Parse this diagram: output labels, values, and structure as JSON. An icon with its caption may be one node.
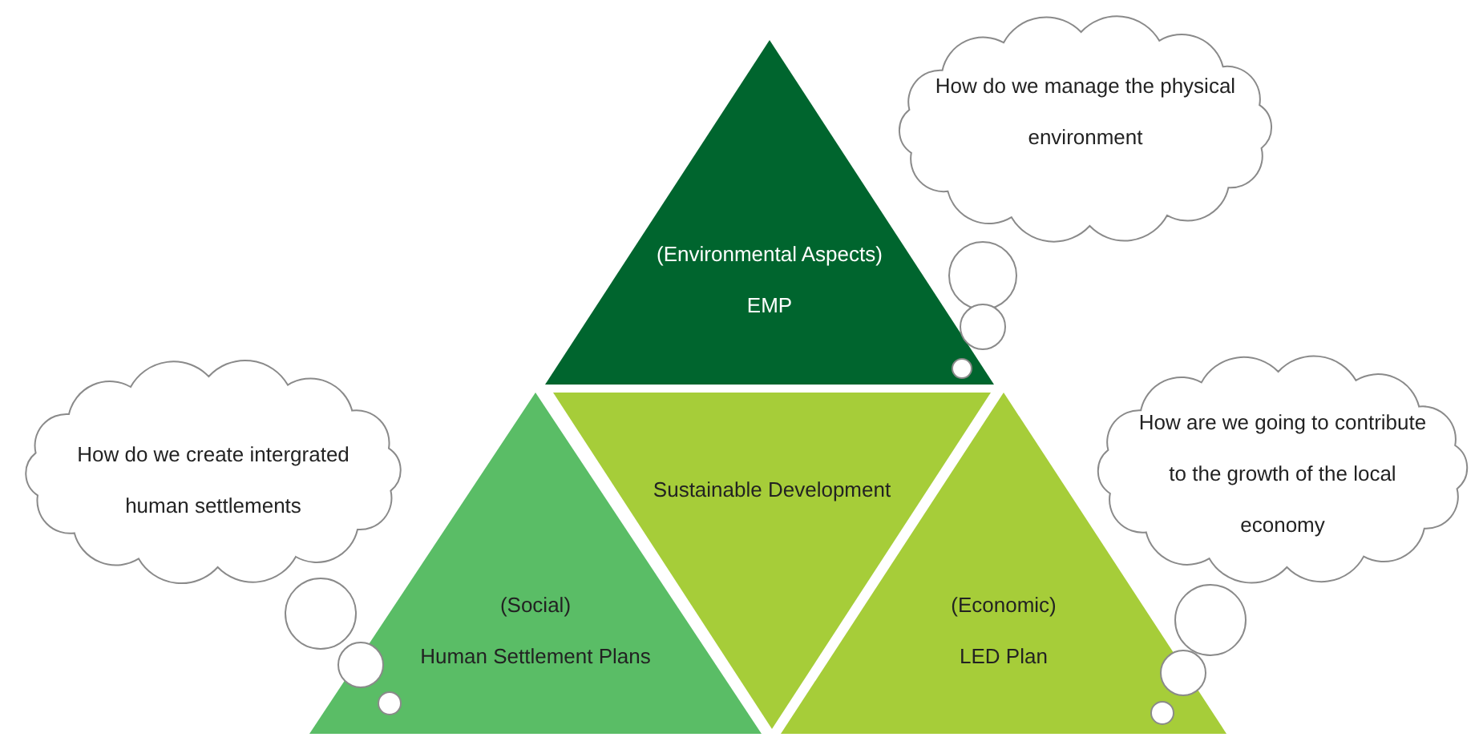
{
  "diagram": {
    "nodes": [
      {
        "text": [
          "(Environmental Aspects)",
          "EMP"
        ]
      },
      {
        "text": [
          "(Social)",
          "Human Settlement Plans"
        ]
      },
      {
        "text": [
          "Sustainable Development"
        ]
      },
      {
        "text": [
          "(Economic)",
          "LED Plan"
        ]
      },
      {
        "text": [
          "How do we manage the physical environment"
        ]
      },
      {
        "text": [
          "How do we create intergrated human settlements"
        ]
      },
      {
        "text": [
          "How are we going to contribute to the growth of the local economy"
        ]
      }
    ]
  }
}
